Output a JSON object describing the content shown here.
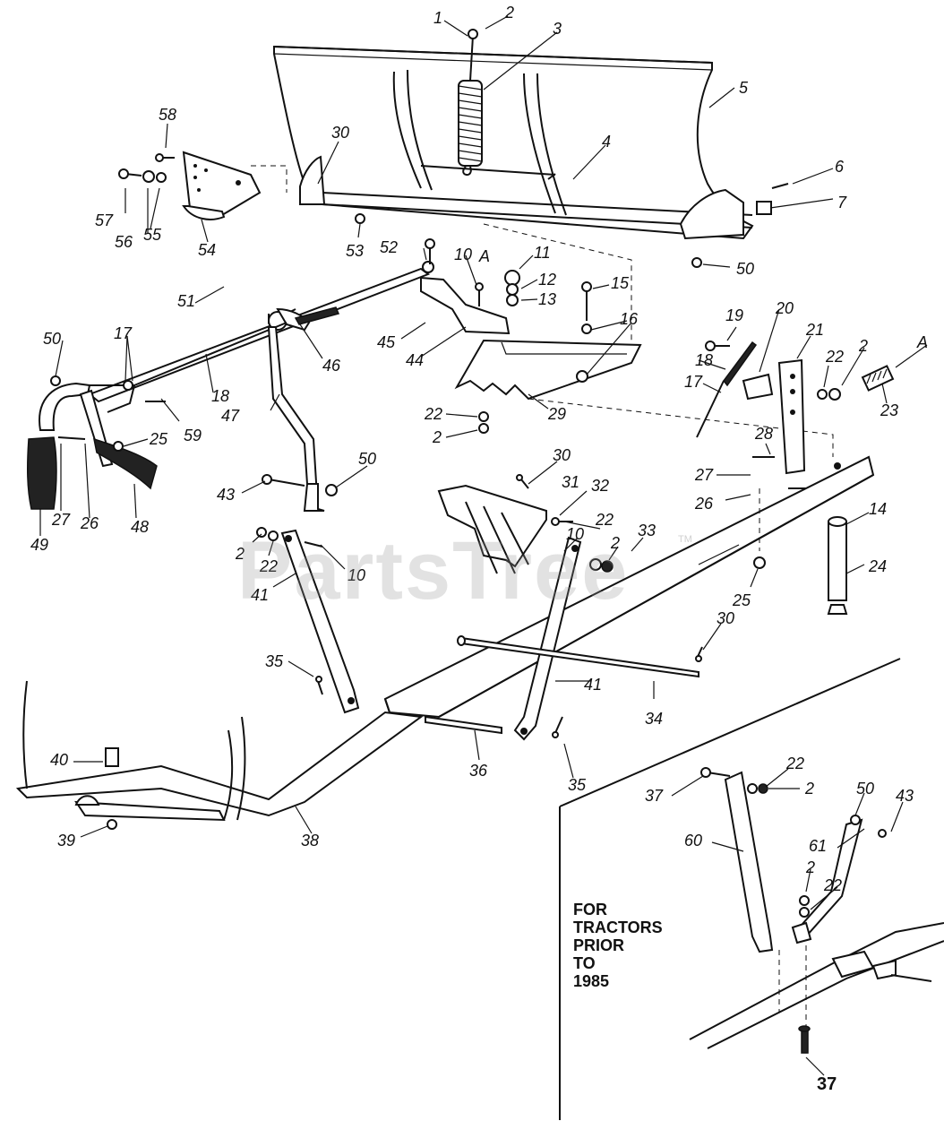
{
  "watermark": "PartsTree",
  "watermark_tm": "TM",
  "inset_note": [
    "FOR",
    "TRACTORS",
    "PRIOR",
    "TO",
    "1985"
  ],
  "labels": {
    "p1": "1",
    "p2a": "2",
    "p3": "3",
    "p4": "4",
    "p5": "5",
    "p6": "6",
    "p7": "7",
    "p58": "58",
    "p30a": "30",
    "p57": "57",
    "p56": "56",
    "p55": "55",
    "p54": "54",
    "p53": "53",
    "p50a": "50",
    "p52": "52",
    "p10a": "10",
    "pA1": "A",
    "p11": "11",
    "p12": "12",
    "p13": "13",
    "p15": "15",
    "p16": "16",
    "p45": "45",
    "p44": "44",
    "p29": "29",
    "p22a": "22",
    "p2b": "2",
    "p51": "51",
    "p50b": "50",
    "p17a": "17",
    "p46": "46",
    "p18a": "18",
    "p59": "59",
    "p25a": "25",
    "p47": "47",
    "p27a": "27",
    "p26a": "26",
    "p48": "48",
    "p49": "49",
    "p43a": "43",
    "p50c": "50",
    "p19": "19",
    "p20": "20",
    "p21": "21",
    "p22b": "22",
    "p2c": "2",
    "pA2": "A",
    "p18b": "18",
    "p17b": "17",
    "p23": "23",
    "p28": "28",
    "p27b": "27",
    "p26b": "26",
    "p14": "14",
    "p24": "24",
    "p25b": "25",
    "p30b": "30",
    "p31": "31",
    "p32": "32",
    "p22c": "22",
    "p10b": "10",
    "p2d": "2",
    "p33": "33",
    "p2e": "2",
    "p22d": "22",
    "p10c": "10",
    "p41a": "41",
    "p35a": "35",
    "p30c": "30",
    "p41b": "41",
    "p34": "34",
    "p40": "40",
    "p36": "36",
    "p35b": "35",
    "p39": "39",
    "p38": "38",
    "p22e": "22",
    "p37a": "37",
    "p2f": "2",
    "p60": "60",
    "p50d": "50",
    "p43b": "43",
    "p61": "61",
    "p2g": "2",
    "p22f": "22",
    "p37b": "37"
  }
}
